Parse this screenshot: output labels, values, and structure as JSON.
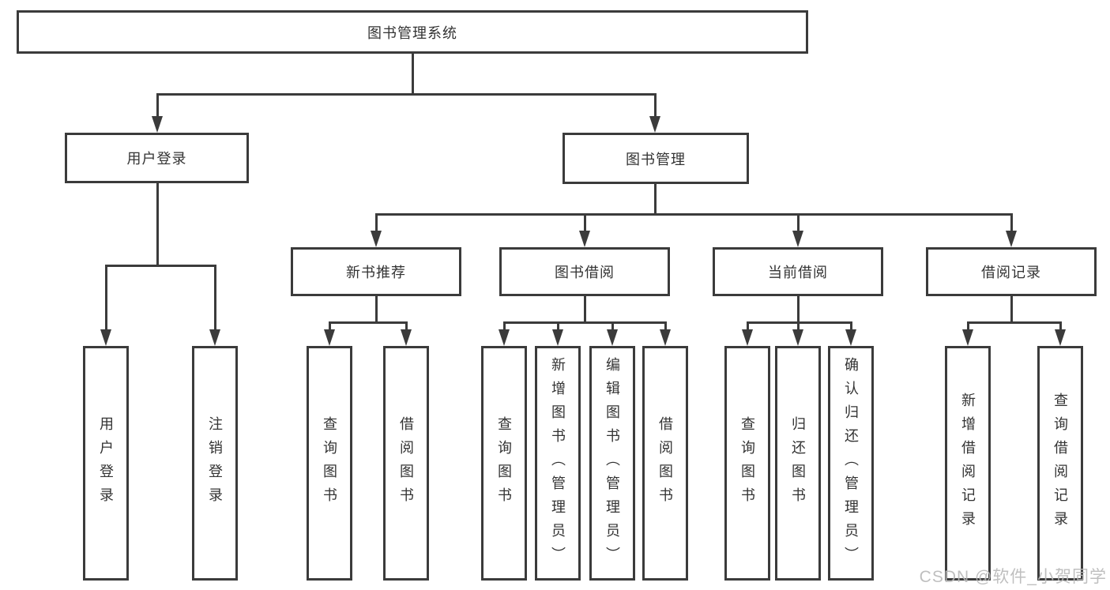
{
  "colors": {
    "line": "#3b3b3b",
    "text": "#333333",
    "watermark": "#b9b9b9",
    "bg": "#ffffff"
  },
  "watermark": "CSDN @软件_小贺同学",
  "tree": {
    "label": "图书管理系统",
    "children": [
      {
        "label": "用户登录",
        "children": [
          {
            "label": "用户登录"
          },
          {
            "label": "注销登录"
          }
        ]
      },
      {
        "label": "图书管理",
        "children": [
          {
            "label": "新书推荐",
            "children": [
              {
                "label": "查询图书"
              },
              {
                "label": "借阅图书"
              }
            ]
          },
          {
            "label": "图书借阅",
            "children": [
              {
                "label": "查询图书"
              },
              {
                "label": "新增图书（管理员）"
              },
              {
                "label": "编辑图书（管理员）"
              },
              {
                "label": "借阅图书"
              }
            ]
          },
          {
            "label": "当前借阅",
            "children": [
              {
                "label": "查询图书"
              },
              {
                "label": "归还图书"
              },
              {
                "label": "确认归还（管理员）"
              }
            ]
          },
          {
            "label": "借阅记录",
            "children": [
              {
                "label": "新增借阅记录"
              },
              {
                "label": "查询借阅记录"
              }
            ]
          }
        ]
      }
    ]
  }
}
